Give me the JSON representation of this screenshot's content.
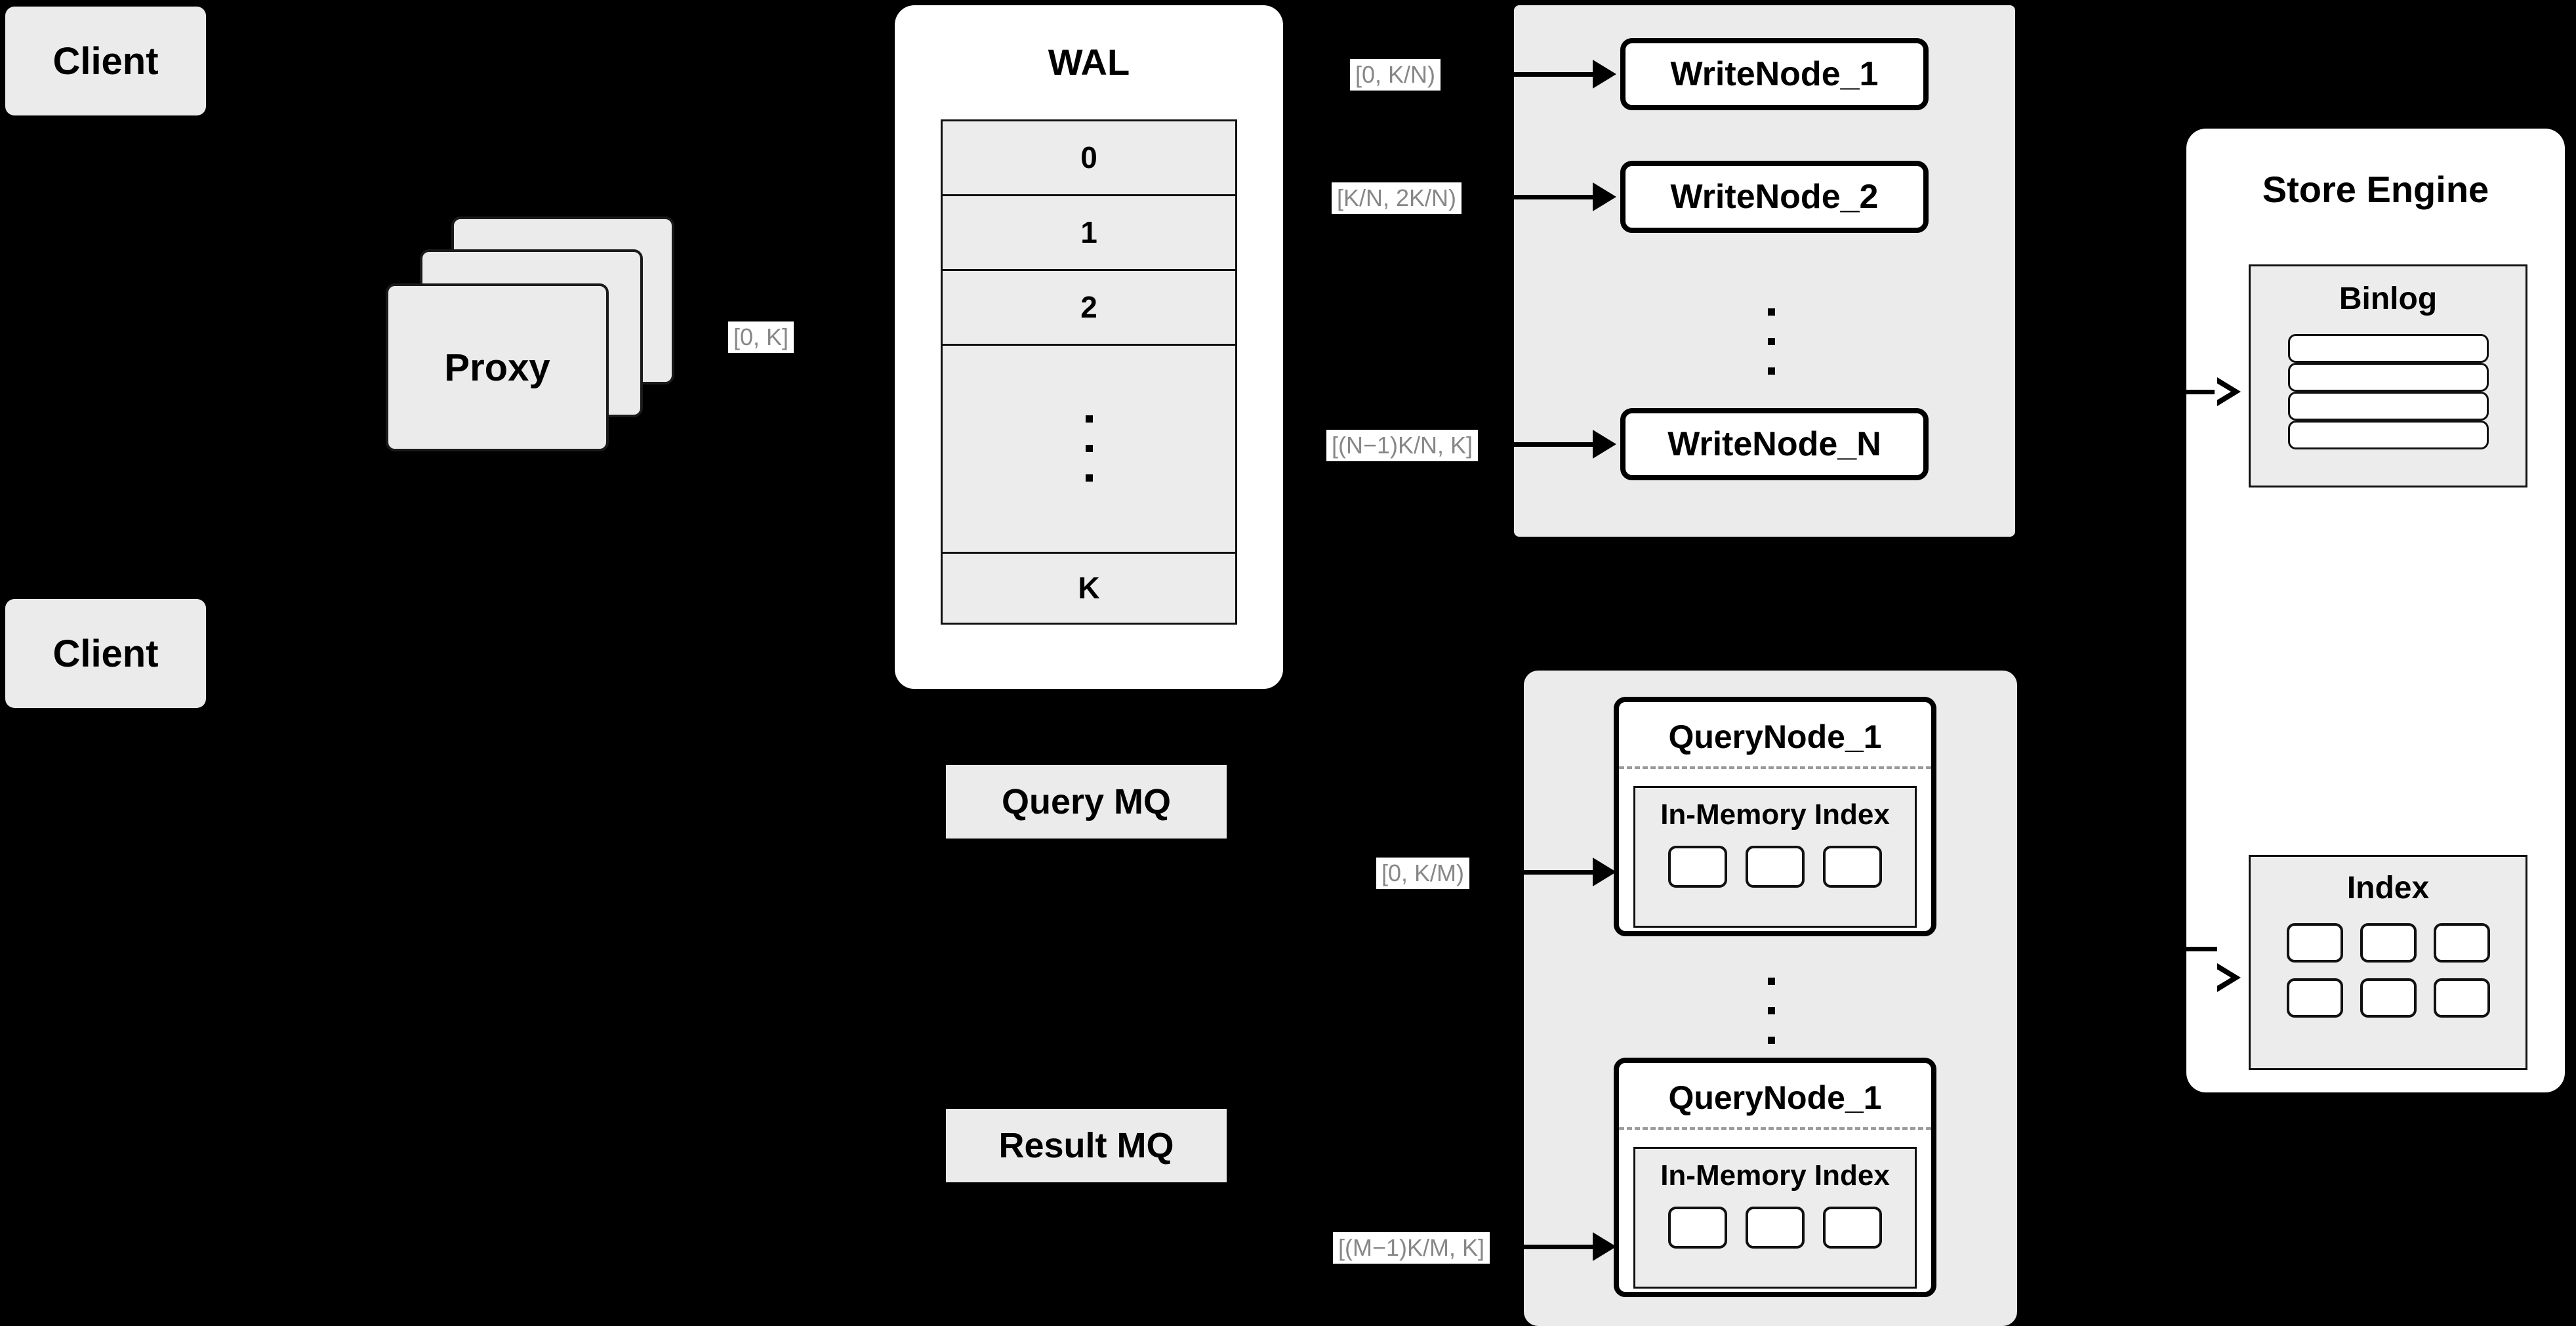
{
  "diagram": {
    "title": "Distributed Vector Database Write/Query Architecture",
    "background_color": "#000000",
    "node_fill": "#ebebeb",
    "panel_fill": "#ffffff",
    "stroke_color": "#000000",
    "label_text_color": "#878787"
  },
  "clients": [
    {
      "label": "Client"
    },
    {
      "label": "Client"
    }
  ],
  "proxy": {
    "label": "Proxy",
    "stack_count": 3
  },
  "wal": {
    "title": "WAL",
    "rows": [
      "0",
      "1",
      "2",
      "⋮",
      "K"
    ],
    "dots_count": 3
  },
  "mq": {
    "query": {
      "label": "Query MQ"
    },
    "result": {
      "label": "Result MQ"
    }
  },
  "edge_labels": {
    "proxy_to_wal": "[0, K]",
    "write_node_1": "[0,  K/N)",
    "write_node_2": "[K/N, 2K/N)",
    "write_node_n": "[(N−1)K/N,  K]",
    "query_node_1": "[0, K/M)",
    "query_node_m": "[(M−1)K/M, K]"
  },
  "write_cluster": {
    "nodes": [
      {
        "label": "WriteNode_1"
      },
      {
        "label": "WriteNode_2"
      },
      {
        "label": "WriteNode_N"
      }
    ],
    "dots_count": 3
  },
  "query_cluster": {
    "nodes": [
      {
        "label": "QueryNode_1",
        "index": {
          "label": "In-Memory Index",
          "cell_count": 3
        }
      },
      {
        "label": "QueryNode_1",
        "index": {
          "label": "In-Memory Index",
          "cell_count": 3
        }
      }
    ],
    "dots_count": 3
  },
  "store_engine": {
    "title": "Store Engine",
    "binlog": {
      "title": "Binlog",
      "bar_count": 4
    },
    "index": {
      "title": "Index",
      "rows": 2,
      "cols": 3,
      "cell_count": 6
    }
  }
}
